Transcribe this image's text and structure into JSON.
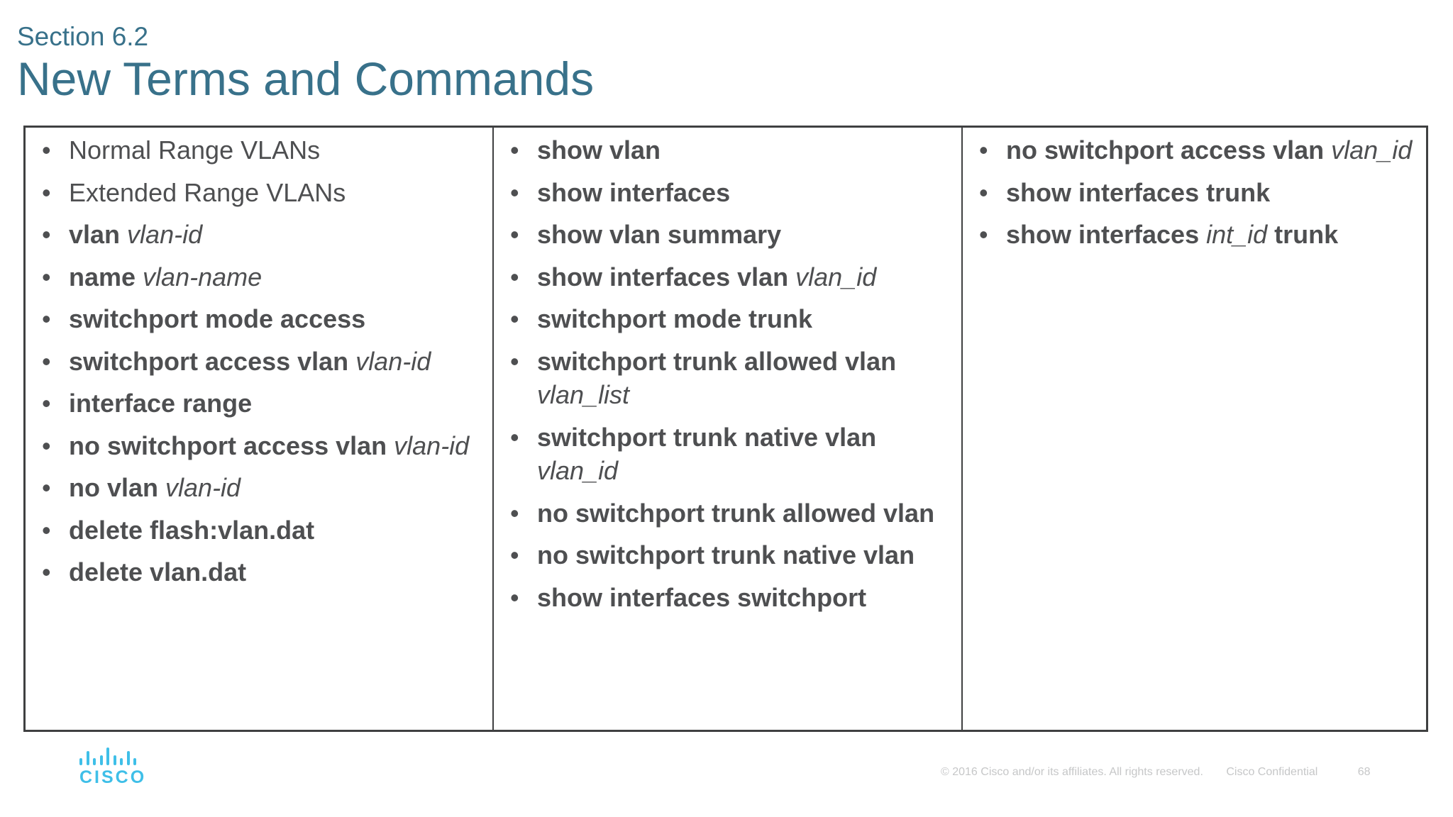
{
  "page": {
    "section_label": "Section 6.2",
    "title": "New Terms and Commands"
  },
  "colors": {
    "accent": "#38718a",
    "body_text": "#4e4f51",
    "table_border": "#3f4041",
    "footer_text": "#c6c7c8",
    "logo_blue": "#3fbfe8"
  },
  "table": {
    "columns": [
      {
        "items": [
          {
            "segments": [
              {
                "style": "normal",
                "text": "Normal Range VLANs"
              }
            ]
          },
          {
            "segments": [
              {
                "style": "normal",
                "text": "Extended Range VLANs"
              }
            ]
          },
          {
            "segments": [
              {
                "style": "bold",
                "text": "vlan "
              },
              {
                "style": "italic",
                "text": "vlan-id"
              }
            ]
          },
          {
            "segments": [
              {
                "style": "bold",
                "text": "name "
              },
              {
                "style": "italic",
                "text": "vlan-name"
              }
            ]
          },
          {
            "segments": [
              {
                "style": "bold",
                "text": "switchport mode access"
              }
            ]
          },
          {
            "segments": [
              {
                "style": "bold",
                "text": "switchport access vlan "
              },
              {
                "style": "italic",
                "text": "vlan-id"
              }
            ]
          },
          {
            "segments": [
              {
                "style": "bold",
                "text": "interface range"
              }
            ]
          },
          {
            "segments": [
              {
                "style": "bold",
                "text": "no switchport access vlan "
              },
              {
                "style": "italic",
                "text": "vlan-id"
              }
            ]
          },
          {
            "segments": [
              {
                "style": "bold",
                "text": "no vlan "
              },
              {
                "style": "italic",
                "text": "vlan-id"
              }
            ]
          },
          {
            "segments": [
              {
                "style": "bold",
                "text": "delete flash:vlan.dat"
              }
            ]
          },
          {
            "segments": [
              {
                "style": "bold",
                "text": "delete vlan.dat"
              }
            ]
          }
        ]
      },
      {
        "items": [
          {
            "segments": [
              {
                "style": "bold",
                "text": "show vlan"
              }
            ]
          },
          {
            "segments": [
              {
                "style": "bold",
                "text": "show interfaces"
              }
            ]
          },
          {
            "segments": [
              {
                "style": "bold",
                "text": "show vlan summary"
              }
            ]
          },
          {
            "segments": [
              {
                "style": "bold",
                "text": "show interfaces vlan "
              },
              {
                "style": "italic",
                "text": "vlan_id"
              }
            ]
          },
          {
            "segments": [
              {
                "style": "bold",
                "text": "switchport mode trunk"
              }
            ]
          },
          {
            "segments": [
              {
                "style": "bold",
                "text": "switchport trunk allowed vlan "
              },
              {
                "style": "italic",
                "text": "vlan_list"
              }
            ]
          },
          {
            "segments": [
              {
                "style": "bold",
                "text": "switchport trunk native vlan "
              },
              {
                "style": "italic",
                "text": "vlan_id"
              }
            ]
          },
          {
            "segments": [
              {
                "style": "bold",
                "text": "no switchport trunk allowed vlan"
              }
            ]
          },
          {
            "segments": [
              {
                "style": "bold",
                "text": "no switchport trunk native vlan"
              }
            ]
          },
          {
            "segments": [
              {
                "style": "bold",
                "text": "show interfaces switchport"
              }
            ]
          }
        ]
      },
      {
        "items": [
          {
            "segments": [
              {
                "style": "bold",
                "text": "no switchport access vlan "
              },
              {
                "style": "italic",
                "text": "vlan_id"
              }
            ]
          },
          {
            "segments": [
              {
                "style": "bold",
                "text": "show interfaces trunk"
              }
            ]
          },
          {
            "segments": [
              {
                "style": "bold",
                "text": "show interfaces "
              },
              {
                "style": "italic",
                "text": "int_id"
              },
              {
                "style": "bold",
                "text": " trunk"
              }
            ]
          }
        ]
      }
    ]
  },
  "footer": {
    "logo_text": "CISCO",
    "copyright": "© 2016  Cisco and/or its affiliates. All rights reserved.",
    "confidential": "Cisco Confidential",
    "page_number": "68"
  }
}
